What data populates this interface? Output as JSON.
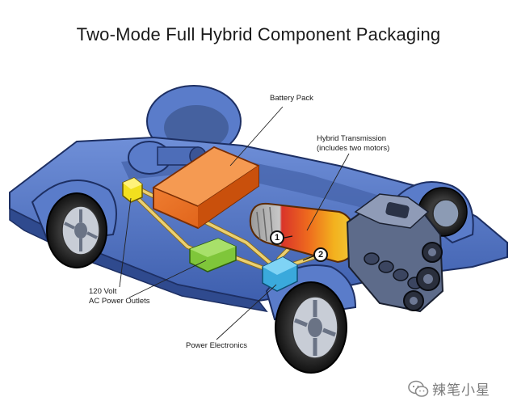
{
  "title": "Two-Mode Full Hybrid Component Packaging",
  "labels": {
    "battery_pack": "Battery Pack",
    "hybrid_transmission_line1": "Hybrid Transmission",
    "hybrid_transmission_line2": "(includes two motors)",
    "ac_outlets_line1": "120 Volt",
    "ac_outlets_line2": "AC Power Outlets",
    "power_electronics": "Power Electronics"
  },
  "motor_markers": [
    "1",
    "2"
  ],
  "watermark": {
    "text": "辣笔小星",
    "icon": "wechat-icon"
  },
  "colors": {
    "chassis": "#4f72c2",
    "battery": "#ee6d1e",
    "inverter": "#3aa9dc",
    "ac_module": "#7fc63a",
    "outlet": "#f2e01e",
    "cables": "#e2c45a",
    "transmission_orange": "#f08a1e",
    "transmission_red": "#d9342a",
    "engine": "#5d6b8a"
  }
}
